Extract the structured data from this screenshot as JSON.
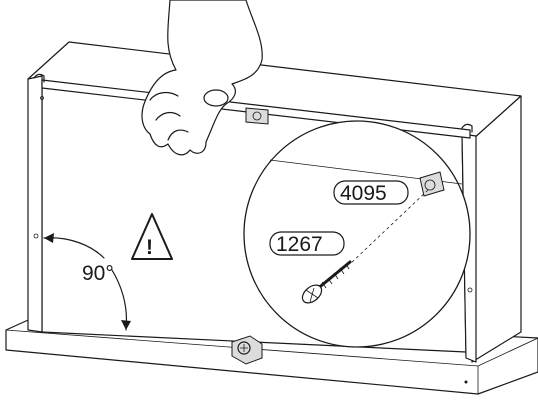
{
  "figure": {
    "angle_label": "90°",
    "warning_symbol": "!",
    "callouts": [
      {
        "part": "4095"
      },
      {
        "part": "1267"
      }
    ],
    "icons": [
      "warning-triangle-icon",
      "hand-icon",
      "screw-icon",
      "corner-bracket-icon"
    ]
  }
}
